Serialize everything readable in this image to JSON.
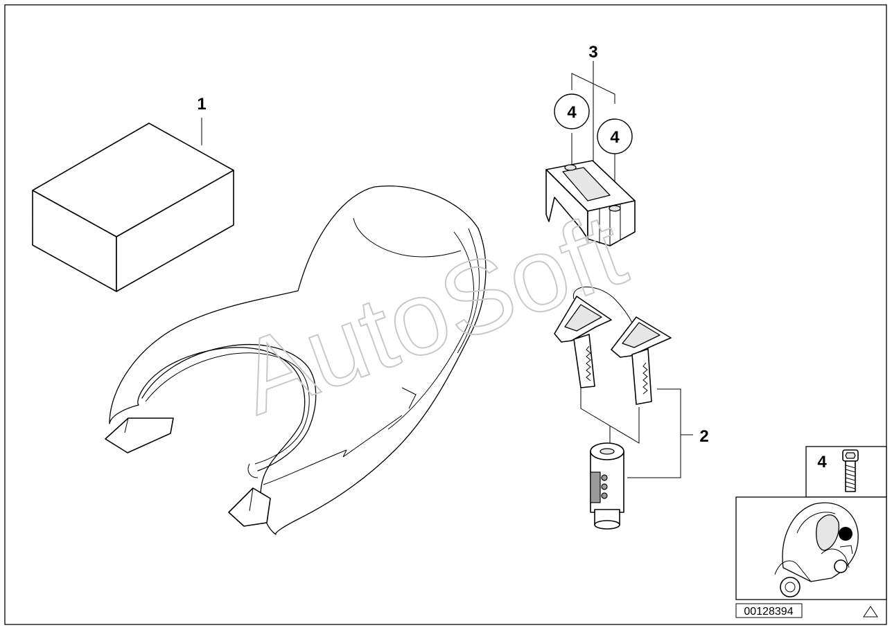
{
  "callouts": {
    "part_1": "1",
    "part_2": "2",
    "part_3": "3",
    "part_4_left": "4",
    "part_4_right": "4",
    "inset_part": "4"
  },
  "reference_number": "00128394",
  "watermark": "AutoSoft"
}
